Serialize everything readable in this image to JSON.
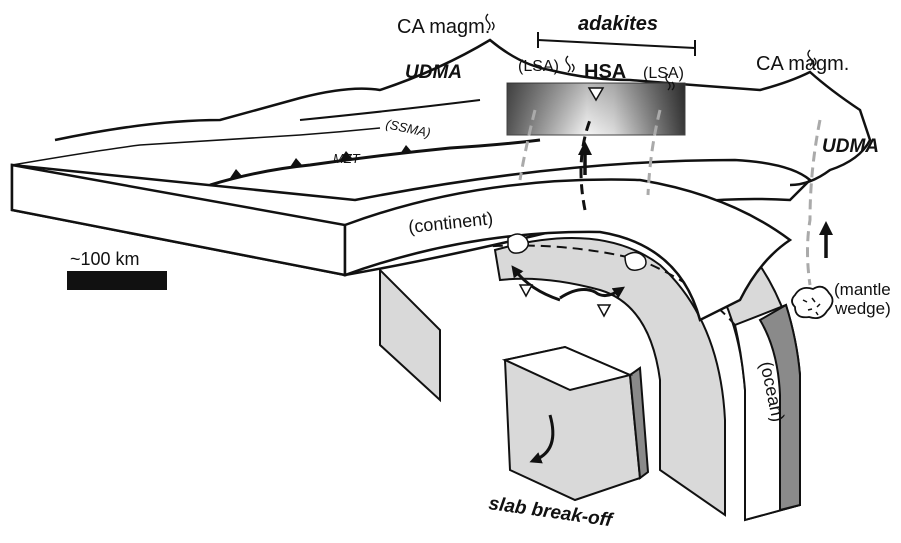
{
  "labels": {
    "ca_magm_left": "CA magm.",
    "ca_magm_right": "CA magm.",
    "adakites": "adakites",
    "udma_left": "UDMA",
    "udma_right": "UDMA",
    "lsa_left": "(LSA)",
    "hsa": "HSA",
    "lsa_right": "(LSA)",
    "ssma": "(SSMA)",
    "mzt": "MZT",
    "continent": "(continent)",
    "scale": "~100 km",
    "mantle_line1": "(mantle",
    "mantle_line2": "wedge)",
    "ocean": "(ocean)",
    "slab_breakoff": "slab break-off"
  },
  "colors": {
    "slab_side": "#d9d9d9",
    "slab_dark": "#8a8a8a",
    "ink": "#111111",
    "dashed": "#aaaaaa"
  }
}
